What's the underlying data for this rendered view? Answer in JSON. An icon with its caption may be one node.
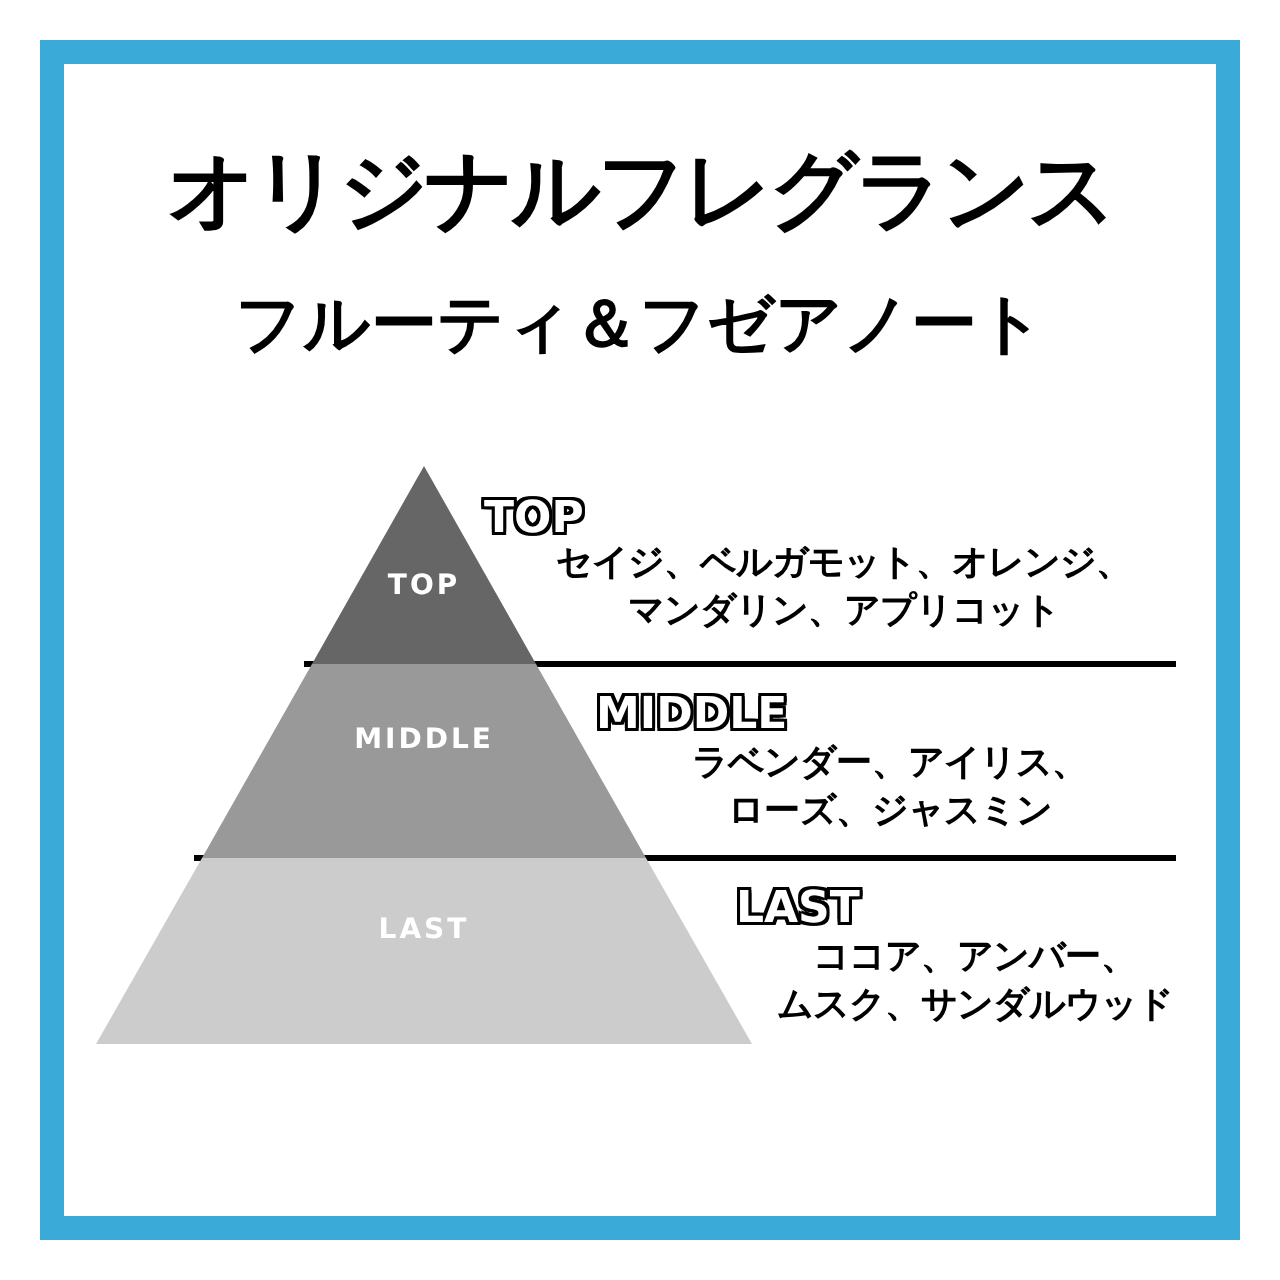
{
  "diagram": {
    "title": "オリジナルフレグランス",
    "caption": "フルーティ＆フゼアノート",
    "nodes": [
      {
        "text": [
          "TOP"
        ],
        "beside": [
          "TOP",
          "セイジ、ベルガモット、オレンジ、マンダリン、アプリコット"
        ]
      },
      {
        "text": [
          "MIDDLE"
        ],
        "beside": [
          "MIDDLE",
          "ラベンダー、アイリス、ローズ、ジャスミン"
        ]
      },
      {
        "text": [
          "LAST"
        ],
        "beside": [
          "LAST",
          "ココア、アンバー、ムスク、サンダルウッド"
        ]
      }
    ]
  }
}
